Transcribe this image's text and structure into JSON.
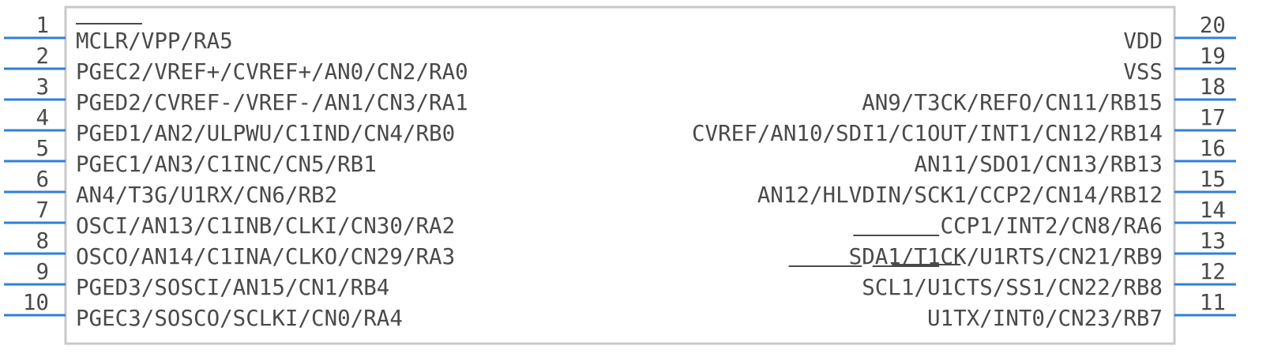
{
  "component": {
    "colors": {
      "body_stroke": "#c8c8c8",
      "pin_line": "#2f7fd8",
      "text": "#4a4a4a"
    },
    "left_pins": [
      {
        "number": "1",
        "label": "MCLR/VPP/RA5"
      },
      {
        "number": "2",
        "label": "PGEC2/VREF+/CVREF+/AN0/CN2/RA0"
      },
      {
        "number": "3",
        "label": "PGED2/CVREF-/VREF-/AN1/CN3/RA1"
      },
      {
        "number": "4",
        "label": "PGED1/AN2/ULPWU/C1IND/CN4/RB0"
      },
      {
        "number": "5",
        "label": "PGEC1/AN3/C1INC/CN5/RB1"
      },
      {
        "number": "6",
        "label": "AN4/T3G/U1RX/CN6/RB2"
      },
      {
        "number": "7",
        "label": "OSCI/AN13/C1INB/CLKI/CN30/RA2"
      },
      {
        "number": "8",
        "label": "OSCO/AN14/C1INA/CLKO/CN29/RA3"
      },
      {
        "number": "9",
        "label": "PGED3/SOSCI/AN15/CN1/RB4"
      },
      {
        "number": "10",
        "label": "PGEC3/SOSCO/SCLKI/CN0/RA4"
      }
    ],
    "right_pins": [
      {
        "number": "20",
        "label": "VDD"
      },
      {
        "number": "19",
        "label": "VSS"
      },
      {
        "number": "18",
        "label": "AN9/T3CK/REFO/CN11/RB15"
      },
      {
        "number": "17",
        "label": "CVREF/AN10/SDI1/C1OUT/INT1/CN12/RB14"
      },
      {
        "number": "16",
        "label": "AN11/SDO1/CN13/RB13"
      },
      {
        "number": "15",
        "label": "AN12/HLVDIN/SCK1/CCP2/CN14/RB12"
      },
      {
        "number": "14",
        "label": "CCP1/INT2/CN8/RA6"
      },
      {
        "number": "13",
        "label": "SDA1/T1CK/U1RTS/CN21/RB9"
      },
      {
        "number": "12",
        "label": "SCL1/U1CTS/SS1/CN22/RB8"
      },
      {
        "number": "11",
        "label": "U1TX/INT0/CN23/RB7"
      }
    ]
  }
}
